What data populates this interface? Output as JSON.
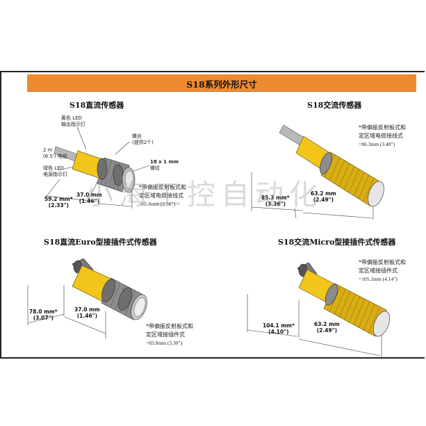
{
  "banner": {
    "title": "S18系列外形尺寸"
  },
  "dc": {
    "title": "S18直流传感器",
    "yellow_led": [
      "黄色 LED",
      "输出指示灯"
    ],
    "cable": [
      "2 m",
      "(6.5') 电缆"
    ],
    "green_led": [
      "绿色 LED",
      "电源指示灯"
    ],
    "nut": [
      "螺丝",
      "(提供2个)"
    ],
    "thread": [
      "18 x 1 mm",
      "螺纹"
    ],
    "dim_total": [
      "59.2 mm*",
      "(2.33\")"
    ],
    "dim_body": [
      "37.0 mm",
      "(1.46\")"
    ],
    "note": [
      "*带偏振反射板式和",
      "定区域电缆接线式"
    ],
    "note_value": "=65.0mm (2.56\")"
  },
  "ac": {
    "title": "S18交流传感器",
    "note": [
      "*带偏振反射板式和",
      "定区域电缆接线式"
    ],
    "note_value": "=86.3mm (3.40\")",
    "dim_total": [
      "85.3 mm*",
      "(3.36\")"
    ],
    "dim_body": [
      "63.2 mm",
      "(2.49\")"
    ]
  },
  "euro": {
    "title": "S18直流Euro型接插件式传感器",
    "dim_total": [
      "78.0 mm*",
      "(3.07\")"
    ],
    "dim_body": [
      "37.0 mm",
      "(1.46\")"
    ],
    "note": [
      "*带偏振反射板式和",
      "定区域接插件式"
    ],
    "note_value": "=83.8mm (3.30\")"
  },
  "micro": {
    "title": "S18交流Micro型接插件式传感器",
    "note": [
      "*带偏振反射板式和",
      "定区域接插件式"
    ],
    "note_value": "=105.1mm (4.14\")",
    "dim_total": [
      "104.1 mm*",
      "(4.10\")"
    ],
    "dim_body": [
      "63.2 mm",
      "(2.49\")"
    ]
  },
  "watermark": "小海工控自动化",
  "colors": {
    "banner": "#f08a30",
    "sensor_body": "#f2c51c",
    "metal": "#8c8c8c",
    "cable": "#b8b8b8"
  }
}
